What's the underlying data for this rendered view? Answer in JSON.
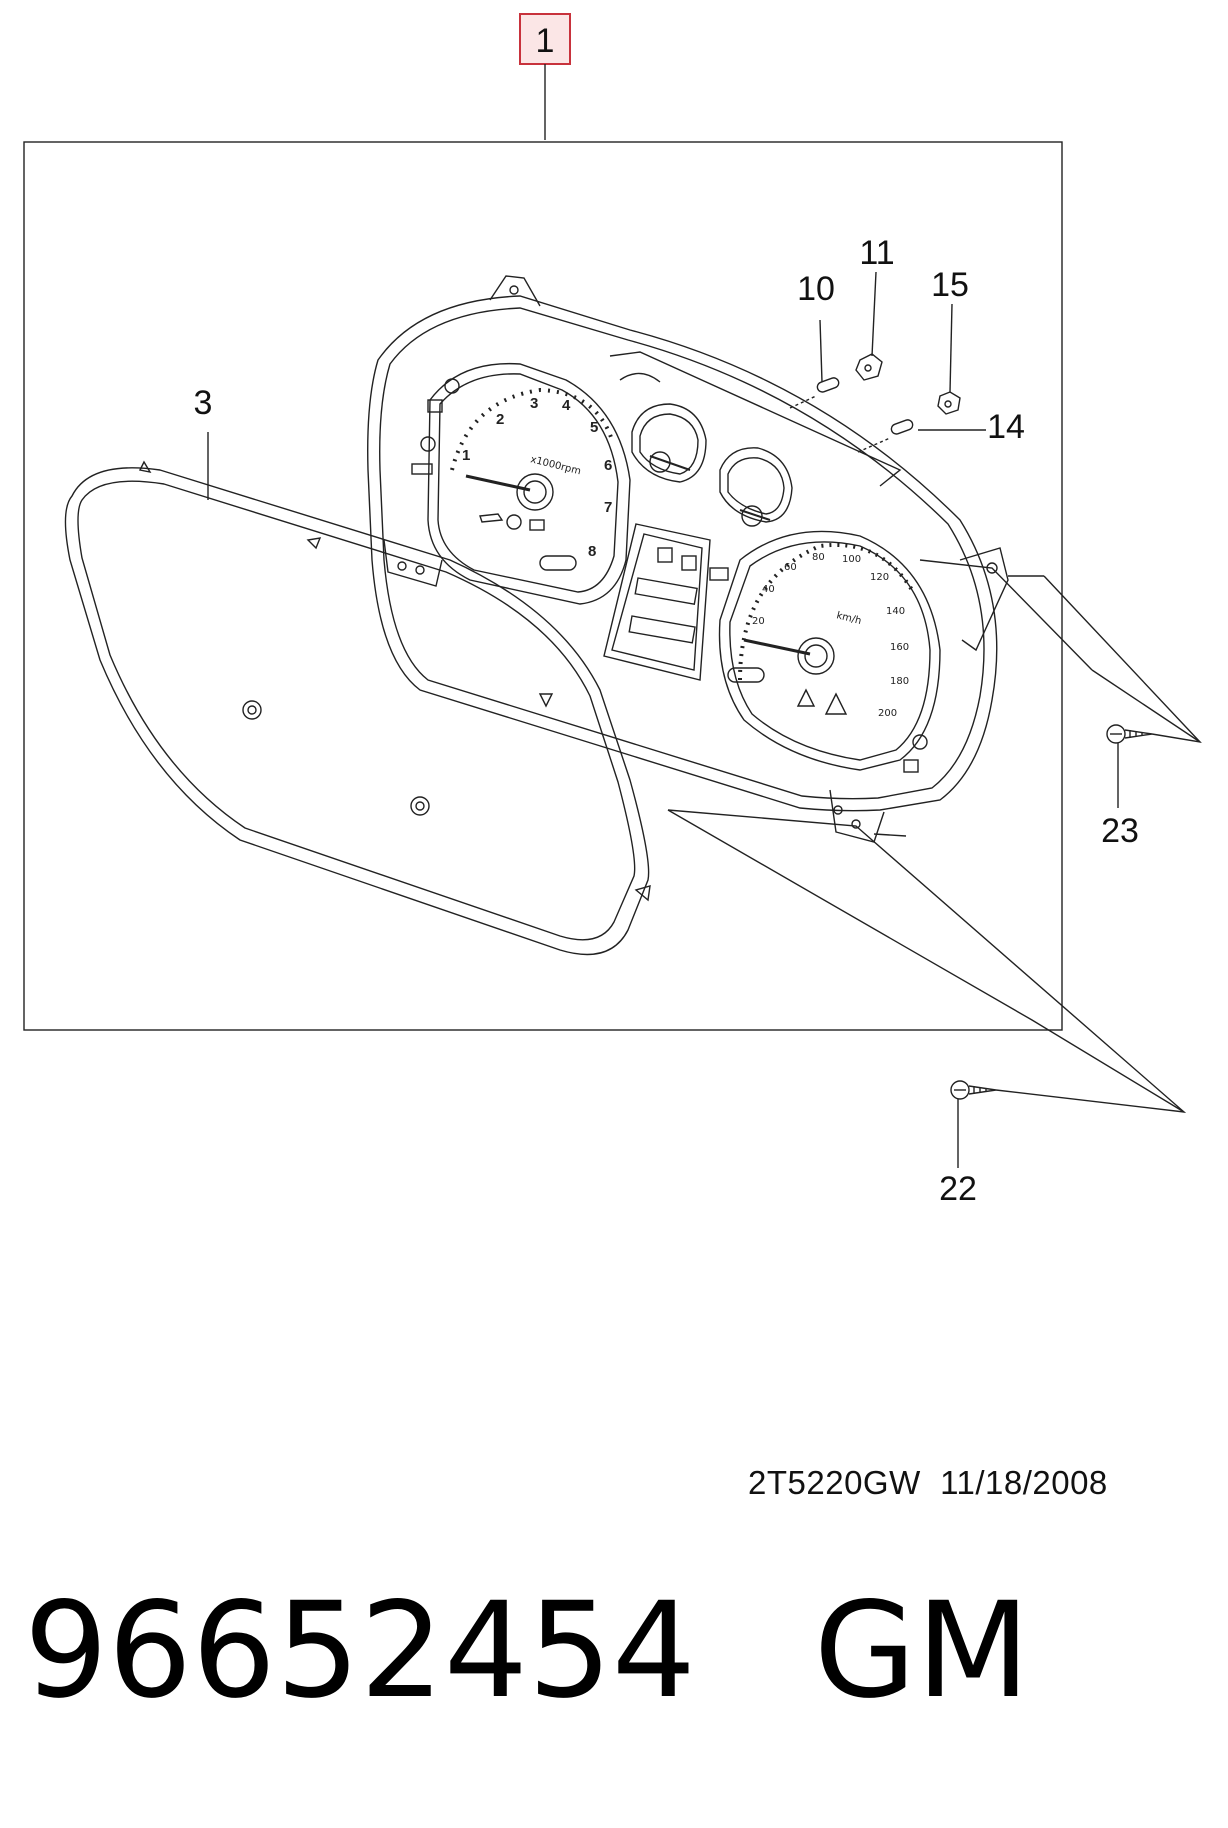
{
  "callouts": {
    "c1": "1",
    "c3": "3",
    "c10": "10",
    "c11": "11",
    "c14": "14",
    "c15": "15",
    "c22": "22",
    "c23": "23"
  },
  "tachometer": {
    "ticks": [
      "1",
      "2",
      "3",
      "4",
      "5",
      "6",
      "7",
      "8"
    ],
    "unit": "x1000rpm"
  },
  "speedometer": {
    "ticks": [
      "20",
      "40",
      "60",
      "80",
      "100",
      "120",
      "140",
      "160",
      "180",
      "200"
    ],
    "unit": "km/h"
  },
  "drawing_code": "2T5220GW  11/18/2008",
  "part_number": "96652454",
  "brand": "GM",
  "colors": {
    "line": "#222222",
    "highlight_box": "#c8323c",
    "highlight_fill": "#fbe6e6"
  }
}
